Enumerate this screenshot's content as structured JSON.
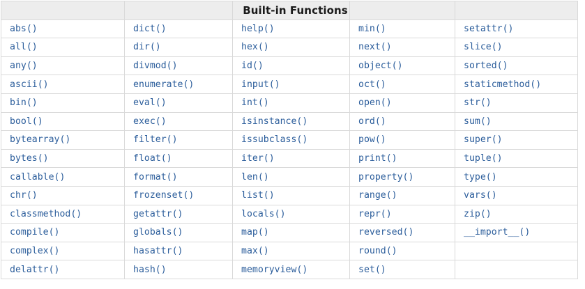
{
  "table": {
    "title": "Built-in Functions",
    "title_column_index": 2,
    "columns": 5,
    "header_bg": "#ededed",
    "cell_text_color": "#2b5d9b",
    "border_color": "#d9d9d9",
    "rows": [
      [
        "abs()",
        "dict()",
        "help()",
        "min()",
        "setattr()"
      ],
      [
        "all()",
        "dir()",
        "hex()",
        "next()",
        "slice()"
      ],
      [
        "any()",
        "divmod()",
        "id()",
        "object()",
        "sorted()"
      ],
      [
        "ascii()",
        "enumerate()",
        "input()",
        "oct()",
        "staticmethod()"
      ],
      [
        "bin()",
        "eval()",
        "int()",
        "open()",
        "str()"
      ],
      [
        "bool()",
        "exec()",
        "isinstance()",
        "ord()",
        "sum()"
      ],
      [
        "bytearray()",
        "filter()",
        "issubclass()",
        "pow()",
        "super()"
      ],
      [
        "bytes()",
        "float()",
        "iter()",
        "print()",
        "tuple()"
      ],
      [
        "callable()",
        "format()",
        "len()",
        "property()",
        "type()"
      ],
      [
        "chr()",
        "frozenset()",
        "list()",
        "range()",
        "vars()"
      ],
      [
        "classmethod()",
        "getattr()",
        "locals()",
        "repr()",
        "zip()"
      ],
      [
        "compile()",
        "globals()",
        "map()",
        "reversed()",
        "__import__()"
      ],
      [
        "complex()",
        "hasattr()",
        "max()",
        "round()",
        ""
      ],
      [
        "delattr()",
        "hash()",
        "memoryview()",
        "set()",
        ""
      ]
    ]
  }
}
